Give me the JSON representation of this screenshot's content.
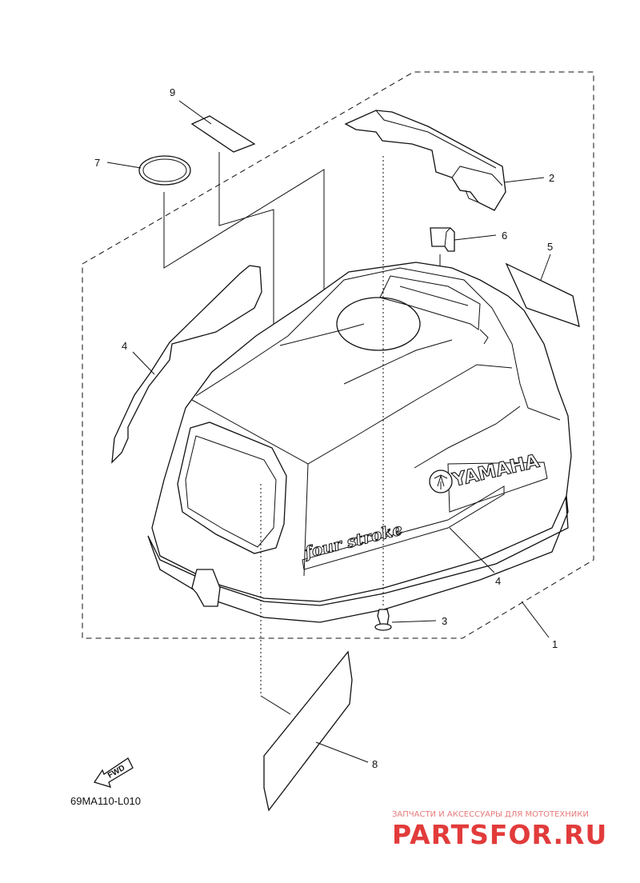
{
  "diagram": {
    "parts": [
      {
        "id": "1",
        "label": "1"
      },
      {
        "id": "2",
        "label": "2"
      },
      {
        "id": "3",
        "label": "3"
      },
      {
        "id": "4a",
        "label": "4"
      },
      {
        "id": "4b",
        "label": "4"
      },
      {
        "id": "5",
        "label": "5"
      },
      {
        "id": "6",
        "label": "6"
      },
      {
        "id": "7",
        "label": "7"
      },
      {
        "id": "8",
        "label": "8"
      },
      {
        "id": "9",
        "label": "9"
      }
    ],
    "brand_text": "YAMAHA",
    "model_text": "four stroke",
    "fwd_text": "FWD",
    "drawing_code": "69MA110-L010"
  },
  "watermark": {
    "tagline": "ЗАПЧАСТИ И АКСЕССУАРЫ ДЛЯ МОТОТЕХНИКИ",
    "site": "PARTSFOR.RU"
  }
}
